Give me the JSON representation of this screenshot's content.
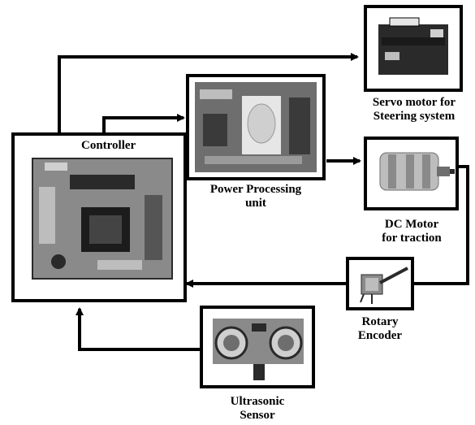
{
  "colors": {
    "stroke": "#000000",
    "background": "#ffffff",
    "photo_dark": "#2a2a2a",
    "photo_mid": "#6e6e6e",
    "photo_light": "#bdbdbd"
  },
  "blocks": {
    "controller": {
      "label": "Controller"
    },
    "power_unit": {
      "label_line1": "Power Processing",
      "label_line2": "unit"
    },
    "servo_motor": {
      "label_line1": "Servo motor for",
      "label_line2": "Steering system"
    },
    "dc_motor": {
      "label_line1": "DC Motor",
      "label_line2": "for traction"
    },
    "rotary_encoder": {
      "label_line1": "Rotary",
      "label_line2": "Encoder"
    },
    "ultrasonic_sensor": {
      "label_line1": "Ultrasonic",
      "label_line2": "Sensor"
    }
  }
}
